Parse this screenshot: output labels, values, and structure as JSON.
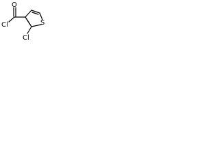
{
  "molecule": {
    "atoms": {
      "oxygen": "O",
      "chlorine_acyl": "Cl",
      "sulfur": "S",
      "chlorine_ring": "Cl"
    }
  }
}
